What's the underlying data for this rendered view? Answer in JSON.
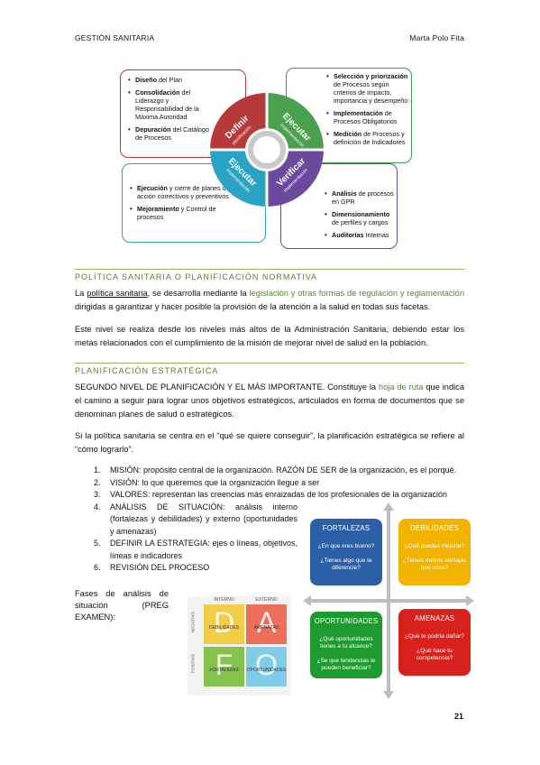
{
  "header": {
    "left": "GESTIÓN SANITARIA",
    "right": "Marta Polo Fita"
  },
  "cycle": {
    "colors": {
      "definir": "#b73a3a",
      "ejecutar": "#4aa04e",
      "ejecutar2": "#2aa3c2",
      "verificar": "#6b4a9e"
    },
    "quadrants": [
      {
        "title": "Definir",
        "sub": "planificación"
      },
      {
        "title": "Ejecutar",
        "sub": "implementación"
      },
      {
        "title": "Ejecutar",
        "sub": "implementación"
      },
      {
        "title": "Verificar",
        "sub": "implementación"
      }
    ],
    "box_tl": [
      {
        "b": "Diseño",
        "r": " del Plan"
      },
      {
        "b": "Consolidación",
        "r": " del Liderazgo y Responsabilidad de la Máxima Autoridad"
      },
      {
        "b": "Depuración",
        "r": " del Catálogo de Procesos"
      }
    ],
    "box_tr": [
      {
        "b": "Selección y priorización",
        "r": " de Procesos según criterios de impacto, importancia y desempeño"
      },
      {
        "b": "Implementación",
        "r": " de Procesos Obligatorios"
      },
      {
        "b": "Medición",
        "r": " de Procesos y definición de Indicadores"
      }
    ],
    "box_bl": [
      {
        "b": "Ejecución",
        "r": " y cierre de planes de acción correctivos y preventivos"
      },
      {
        "b": "Mejoramiento",
        "r": " y Control de procesos"
      }
    ],
    "box_br": [
      {
        "b": "Análisis",
        "r": " de procesos en GPR"
      },
      {
        "b": "Dimensionamiento",
        "r": " de perfiles y cargos"
      },
      {
        "b": "Auditorías",
        "r": " Internas"
      }
    ]
  },
  "sec1": {
    "title": "POLÍTICA SANITARIA O PLANIFICACIÓN NORMATIVA",
    "p1_a": "La ",
    "p1_u": "política sanitaria",
    "p1_b": ", se desarrolla mediante la ",
    "p1_g": "legislación y otras formas de regulación y reglamentación",
    "p1_c": " dirigidas a garantizar y hacer posible la provisión de la atención a la salud en todas sus facetas.",
    "p2": "Este nivel se realiza desde los niveles más altos de la Administración Sanitaria, debiendo estar los metas relacionados con el cumplimiento de la misión de mejorar nivel de salud en la población."
  },
  "sec2": {
    "title": "PLANIFICACIÓN ESTRATÉGICA",
    "p1_a": "SEGUNDO NIVEL DE PLANIFICACIÓN Y EL MÁS IMPORTANTE. Constituye la ",
    "p1_g": "hoja de ruta",
    "p1_b": " que indica el camino a seguir para lograr unos objetivos estratégicos, articulados en forma de documentos que se denominan planes de salud o estratégicos.",
    "p2": "Si la política sanitaria se centra en el “qué se quiere conseguir”, la planificación estratégica se refiere al “cómo lograrlo”.",
    "list": [
      {
        "n": "1.",
        "t": "MISIÓN: propósito central de la organización. RAZÓN DE SER de la organización, es el porqué."
      },
      {
        "n": "2.",
        "t": "VISIÓN: lo que queremos que la organización llegue a ser"
      },
      {
        "n": "3.",
        "t": "VALORES: representan las creencias más enraizadas de los profesionales de la organización"
      },
      {
        "n": "4.",
        "t": "ANÁLISIS DE SITUACIÓN: análisis interno (fortalezas y debilidades) y externo (oportunidades y amenazas)"
      },
      {
        "n": "5.",
        "t": "DEFINIR LA ESTRATEGIA: ejes o líneas, objetivos, líneas e indicadores"
      },
      {
        "n": "6.",
        "t": "REVISIÓN DEL PROCESO"
      }
    ],
    "fases": "Fases de análisis de situación (PREG EXAMEN):"
  },
  "foda": {
    "fortalezas": {
      "t": "FORTALEZAS",
      "q1": "¿En que eres bueno?",
      "q2": "¿Tienes algo que te diferencie?",
      "color": "#2b5fa6"
    },
    "debilidades": {
      "t": "DEBILIDADES",
      "q1": "¿Qué puedes mejorar?",
      "q2": "¿Tienes menos ventajas que otros?",
      "color": "#f1b300"
    },
    "oportunidades": {
      "t": "OPORTUNIDADES",
      "q1": "¿Qué oportunidades tienes a tu alcance?",
      "q2": "¿Se que tendencias te pueden beneficiar?",
      "color": "#1e9b2e"
    },
    "amenazas": {
      "t": "AMENAZAS",
      "q1": "¿Qué te podría dañar?",
      "q2": "¿Qué hace tu competencia?",
      "color": "#d8211c"
    }
  },
  "dafo": {
    "interno": "INTERNO",
    "externo": "EXTERNO",
    "negativo": "NEGATIVO",
    "positivo": "POSITIVO",
    "d": {
      "l": "D",
      "t": "DEBILIDADES",
      "c": "#f3cc4a"
    },
    "a": {
      "l": "A",
      "t": "AMENAZAS",
      "c": "#ec6f5a"
    },
    "f": {
      "l": "F",
      "t": "FORTALEZAS",
      "c": "#86c34e"
    },
    "o": {
      "l": "O",
      "t": "OPORTUNIDADES",
      "c": "#7fcbe8"
    }
  },
  "page_number": "21"
}
